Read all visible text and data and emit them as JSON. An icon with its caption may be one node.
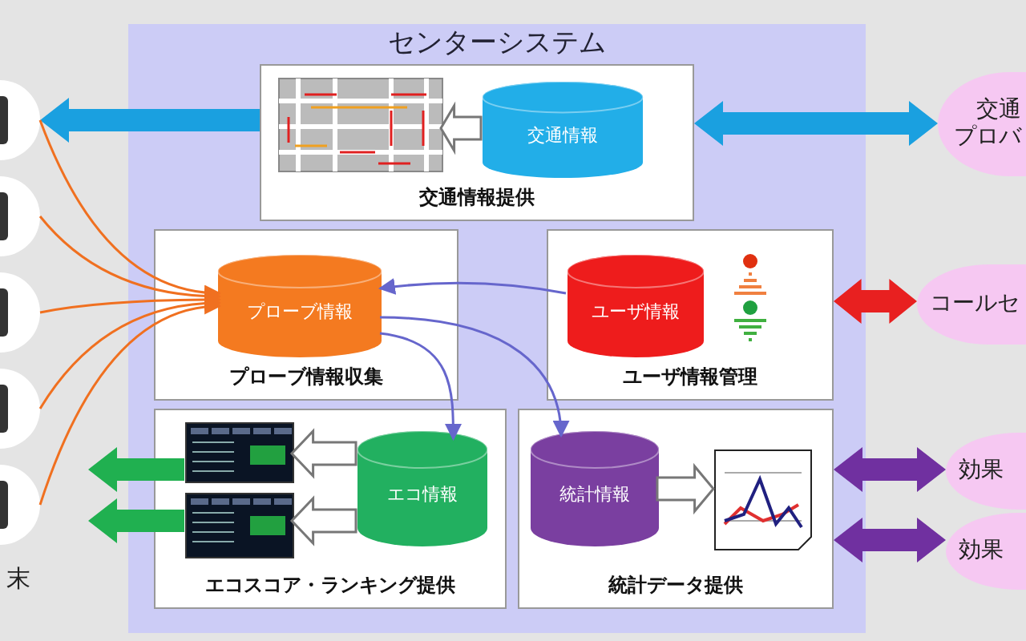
{
  "diagram": {
    "nodes": [
      {
        "text": [
          "センターシステム"
        ]
      },
      {
        "text": [
          "交通情報提供"
        ],
        "in": 0
      },
      {
        "text": [
          "交通情報"
        ],
        "in": 1
      },
      {
        "text": [],
        "shape": "picture",
        "in": 1
      },
      {
        "text": [
          "プローブ情報収集"
        ],
        "in": 0
      },
      {
        "text": [
          "プローブ情報"
        ],
        "in": 4
      },
      {
        "text": [
          "ユーザ情報管理"
        ],
        "in": 0
      },
      {
        "text": [
          "ユーザ情報"
        ],
        "in": 6
      },
      {
        "text": [
          "エコスコア・ランキング提供"
        ],
        "in": 0
      },
      {
        "text": [],
        "shape": "picture",
        "in": 8
      },
      {
        "text": [],
        "shape": "picture",
        "in": 8
      },
      {
        "text": [
          "エコ情報"
        ],
        "in": 8
      },
      {
        "text": [
          "統計データ提供"
        ],
        "in": 0
      },
      {
        "text": [
          "統計情報"
        ],
        "in": 12
      },
      {
        "text": [],
        "shape": "picture",
        "in": 12
      },
      {
        "text": [
          "交通プロバ"
        ]
      },
      {
        "text": [
          "コールセ"
        ]
      },
      {
        "text": [
          "効果"
        ]
      },
      {
        "text": [
          "効果"
        ]
      },
      {
        "text": [],
        "shape": "circle"
      },
      {
        "text": [],
        "shape": "circle"
      },
      {
        "text": [],
        "shape": "circle"
      },
      {
        "text": [],
        "shape": "circle"
      },
      {
        "text": [],
        "shape": "circle",
        "beside": [
          "末"
        ]
      }
    ],
    "edges": [
      {
        "from": 1,
        "to": 19,
        "arrow": "to",
        "style": "thick",
        "color": "#1aa0e0"
      },
      {
        "from": 2,
        "to": 3,
        "arrow": "to",
        "style": "thick",
        "color": "#ffffff"
      },
      {
        "from": 1,
        "to": 15,
        "arrow": "both",
        "style": "thick",
        "color": "#1aa0e0"
      },
      {
        "from": 6,
        "to": 16,
        "arrow": "both",
        "style": "thick",
        "color": "#e82020"
      },
      {
        "from": 9,
        "to": null,
        "arrow": "to",
        "style": "thick",
        "color": "#20b050"
      },
      {
        "from": 10,
        "to": null,
        "arrow": "to",
        "style": "thick",
        "color": "#20b050"
      },
      {
        "from": 11,
        "to": 9,
        "arrow": "to",
        "style": "thick",
        "color": "#ffffff"
      },
      {
        "from": 11,
        "to": 10,
        "arrow": "to",
        "style": "thick",
        "color": "#ffffff"
      },
      {
        "from": 12,
        "to": 17,
        "arrow": "both",
        "style": "thick",
        "color": "#7030a0"
      },
      {
        "from": 12,
        "to": 18,
        "arrow": "both",
        "style": "thick",
        "color": "#7030a0"
      },
      {
        "from": 13,
        "to": 14,
        "arrow": "to",
        "style": "thick",
        "color": "#ffffff"
      },
      {
        "from": 19,
        "to": 5,
        "arrow": "to"
      },
      {
        "from": 20,
        "to": 5,
        "arrow": "to"
      },
      {
        "from": 21,
        "to": 5,
        "arrow": "to"
      },
      {
        "from": 22,
        "to": 5,
        "arrow": "to"
      },
      {
        "from": 23,
        "to": 5,
        "arrow": "to"
      },
      {
        "from": 7,
        "to": 5,
        "arrow": "to",
        "color": "#6666cc"
      },
      {
        "from": 5,
        "to": 11,
        "arrow": "to",
        "color": "#6666cc"
      },
      {
        "from": 5,
        "to": 13,
        "arrow": "to",
        "color": "#6666cc"
      }
    ]
  }
}
